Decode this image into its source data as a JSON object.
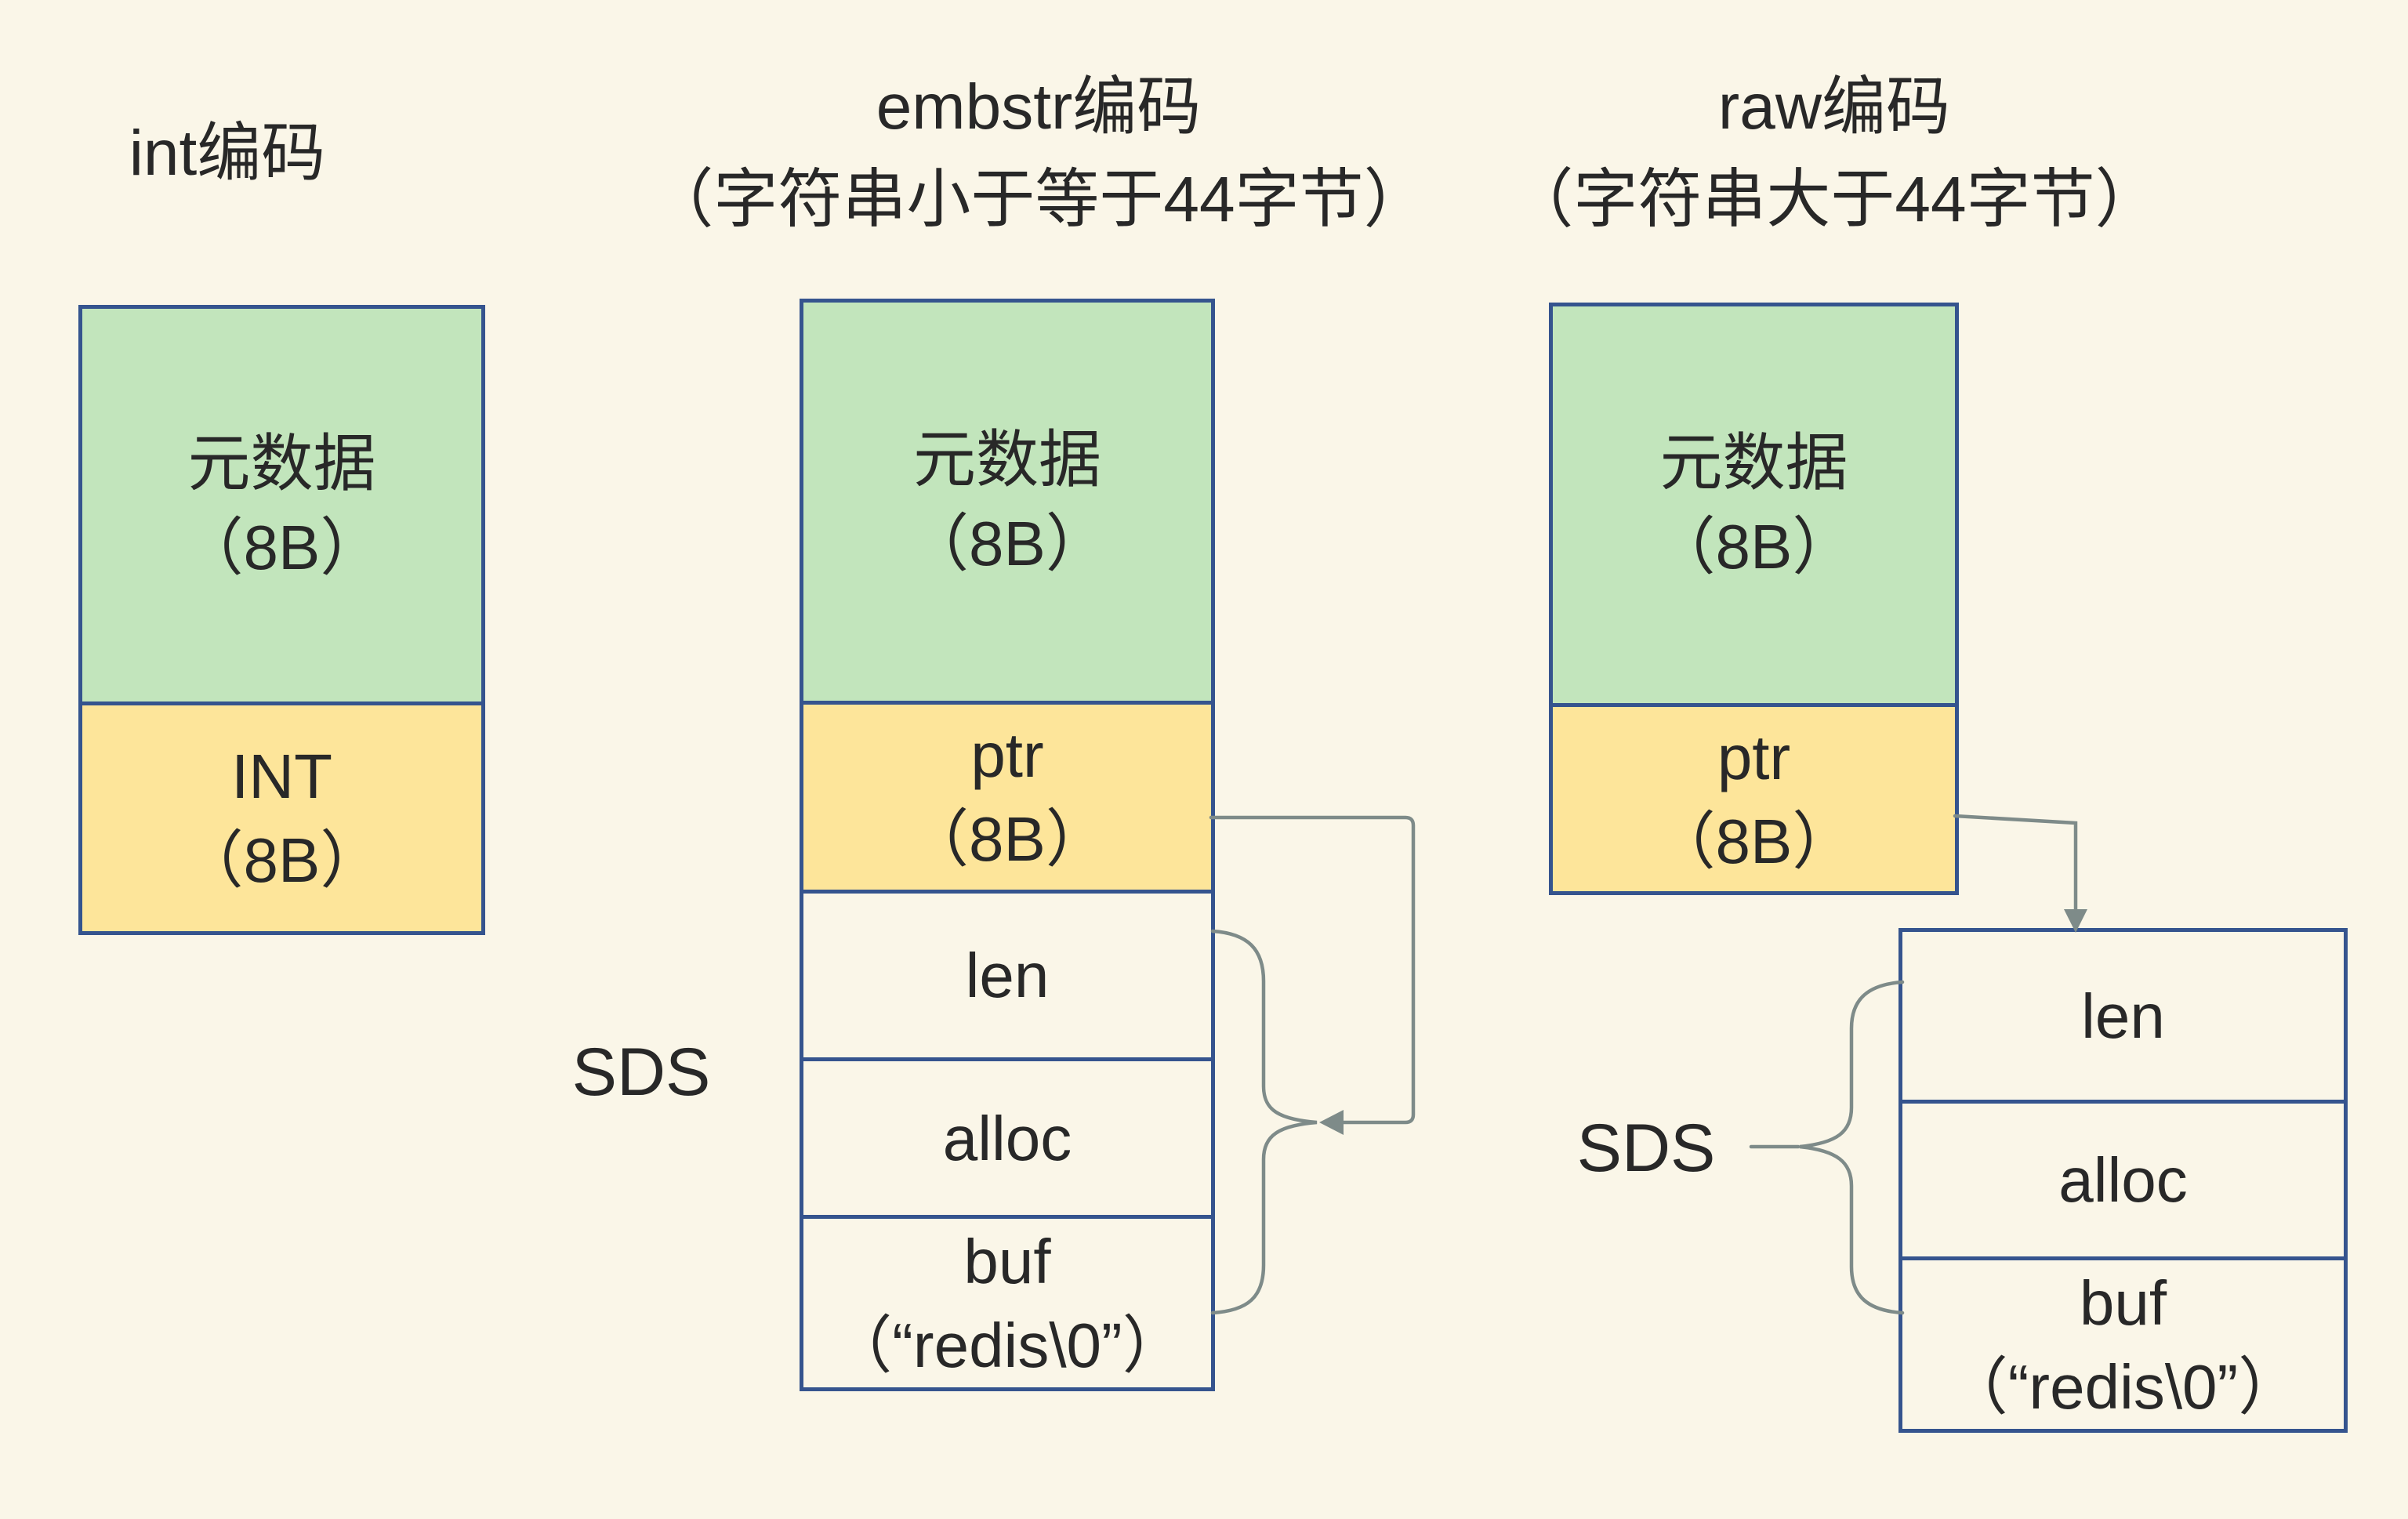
{
  "colors": {
    "background": "#FAF6E8",
    "metadata_fill": "#C2E5BC",
    "pointer_fill": "#FDE59A",
    "box_border": "#35548E",
    "arrow": "#7E8B89",
    "text": "#282828"
  },
  "columns": [
    {
      "id": "int",
      "title_lines": [
        "int编码"
      ],
      "box": {
        "meta": [
          "元数据",
          "（8B）"
        ],
        "val": [
          "INT",
          "（8B）"
        ]
      }
    },
    {
      "id": "embstr",
      "title_lines": [
        "embstr编码",
        "（字符串小于等于44字节）"
      ],
      "box": {
        "meta": [
          "元数据",
          "（8B）"
        ],
        "val": [
          "ptr",
          "（8B）"
        ]
      },
      "sds": {
        "label": "SDS",
        "rows": [
          [
            "len"
          ],
          [
            "alloc"
          ],
          [
            "buf",
            "（“redis\\0”）"
          ]
        ]
      }
    },
    {
      "id": "raw",
      "title_lines": [
        "raw编码",
        "（字符串大于44字节）"
      ],
      "box": {
        "meta": [
          "元数据",
          "（8B）"
        ],
        "val": [
          "ptr",
          "（8B）"
        ]
      },
      "sds": {
        "label": "SDS",
        "rows": [
          [
            "len"
          ],
          [
            "alloc"
          ],
          [
            "buf",
            "（“redis\\0”）"
          ]
        ]
      }
    }
  ]
}
